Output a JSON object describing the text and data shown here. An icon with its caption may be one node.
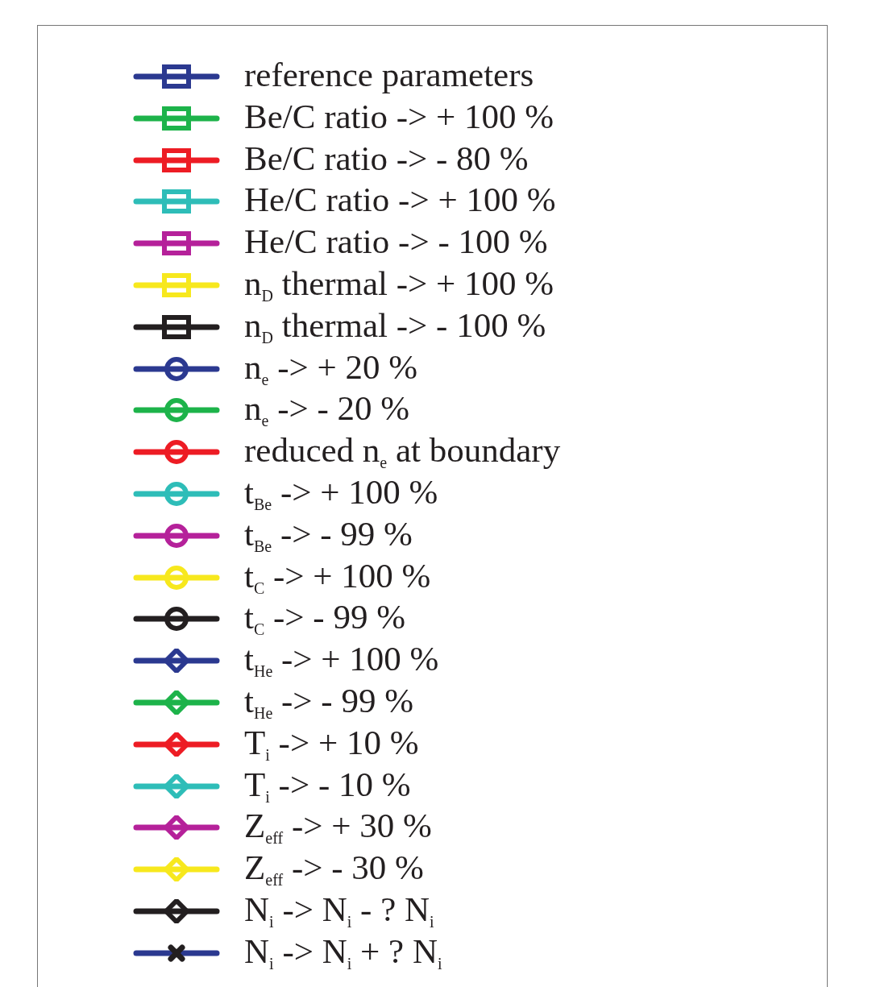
{
  "diagram": {
    "legend": [
      {
        "text": "reference parameters",
        "color": "#2b3990"
      },
      {
        "text": "Be/C ratio -> + 100 %",
        "color": "#1db34a"
      },
      {
        "text": "Be/C ratio -> - 80 %",
        "color": "#ed1c24"
      },
      {
        "text": "He/C ratio -> + 100 %",
        "color": "#2ebdb8"
      },
      {
        "text": "He/C ratio -> - 100 %",
        "color": "#b5219a"
      },
      {
        "text": "n$_{D}$ thermal -> + 100 %",
        "color": "#f7e81d"
      },
      {
        "text": "n$_{D}$ thermal -> - 100 %",
        "color": "#231f20"
      },
      {
        "text": "n$_{e}$ -> + 20 %",
        "color": "#2b3990"
      },
      {
        "text": "n$_{e}$ -> - 20 %",
        "color": "#1db34a"
      },
      {
        "text": "reduced n$_{e}$ at boundary",
        "color": "#ed1c24"
      },
      {
        "text": "t$_{Be}$ -> + 100 %",
        "color": "#2ebdb8"
      },
      {
        "text": "t$_{Be}$ -> - 99 %",
        "color": "#b5219a"
      },
      {
        "text": "t$_{C}$ -> + 100 %",
        "color": "#f7e81d"
      },
      {
        "text": "t$_{C}$ -> - 99 %",
        "color": "#231f20"
      },
      {
        "text": "t$_{He}$ -> + 100 %",
        "color": "#2b3990"
      },
      {
        "text": "t$_{He}$ -> - 99 %",
        "color": "#1db34a"
      },
      {
        "text": "T$_{i}$ -> + 10 %",
        "color": "#ed1c24"
      },
      {
        "text": "T$_{i}$ -> - 10 %",
        "color": "#2ebdb8"
      },
      {
        "text": "Z$_{eff}$ -> + 30 %",
        "color": "#b5219a"
      },
      {
        "text": "Z$_{eff}$ -> - 30 %",
        "color": "#f7e81d"
      },
      {
        "text": "N$_{i}$ -> N$_{i}$ - ? N$_{i}$",
        "color": "#231f20"
      },
      {
        "text": "N$_{i}$ -> N$_{i}$ + ? N$_{i}$",
        "color": "#2b3990"
      }
    ]
  }
}
